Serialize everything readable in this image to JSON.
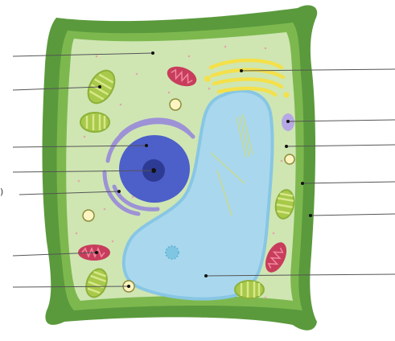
{
  "diagram": {
    "left_edge_glyph": ")",
    "colors": {
      "cell_wall_outer": "#5a9a3c",
      "cell_wall_inner": "#7db84f",
      "cytoplasm": "#cfe6b3",
      "cytoplasm_dots": "#e3a6a6",
      "vacuole": "#a9d8ee",
      "vacuole_edge": "#88c6e4",
      "nucleus": "#4d5fc9",
      "nucleolus": "#2e3b94",
      "er": "#9d92d6",
      "chloroplast": "#a8c94a",
      "chloroplast_stripes": "#d8e88a",
      "mitochondrion": "#c83d5c",
      "mitochondrion_inner": "#f08aa0",
      "golgi": "#f4e04a",
      "leader_line": "#555555",
      "label_dot": "#111111"
    },
    "structures": [
      {
        "id": "cytoplasm",
        "side": "left"
      },
      {
        "id": "chloroplast",
        "side": "left"
      },
      {
        "id": "nucleolus-outer",
        "side": "left"
      },
      {
        "id": "nucleolus",
        "side": "left"
      },
      {
        "id": "endoplasmic-reticulum",
        "side": "left"
      },
      {
        "id": "mitochondrion",
        "side": "left"
      },
      {
        "id": "ribosome-granule",
        "side": "left"
      },
      {
        "id": "golgi-apparatus",
        "side": "right"
      },
      {
        "id": "vesicle",
        "side": "right"
      },
      {
        "id": "cytoplasm-edge",
        "side": "right"
      },
      {
        "id": "cell-membrane",
        "side": "right"
      },
      {
        "id": "cell-wall",
        "side": "right"
      },
      {
        "id": "vacuole",
        "side": "right"
      }
    ]
  }
}
